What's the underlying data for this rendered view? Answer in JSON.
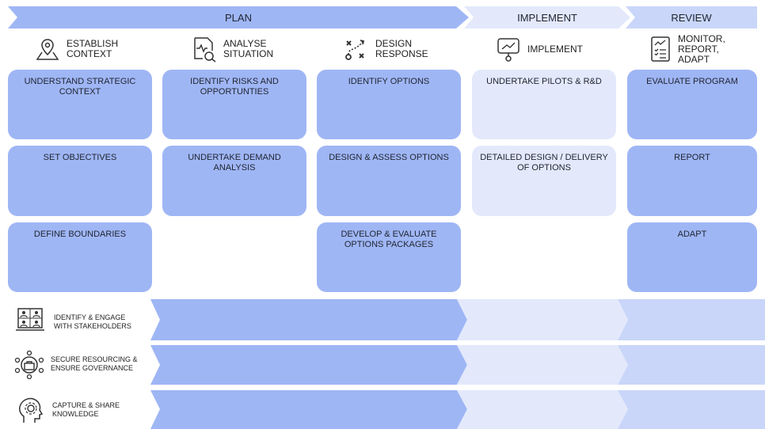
{
  "colors": {
    "plan": "#9fb6f5",
    "implement": "#e3e9fb",
    "review": "#c9d6f9",
    "text": "#1f2430"
  },
  "phases": [
    {
      "label": "PLAN"
    },
    {
      "label": "IMPLEMENT"
    },
    {
      "label": "REVIEW"
    }
  ],
  "columns": [
    {
      "icon": "map-pin-icon",
      "label": "ESTABLISH\nCONTEXT"
    },
    {
      "icon": "document-search-icon",
      "label": "ANALYSE\nSITUATION"
    },
    {
      "icon": "route-icon",
      "label": "DESIGN\nRESPONSE"
    },
    {
      "icon": "presentation-chart-icon",
      "label": "IMPLEMENT"
    },
    {
      "icon": "checklist-chart-icon",
      "label": "MONITOR,\nREPORT,\nADAPT"
    }
  ],
  "cards": {
    "c1": [
      "UNDERSTAND STRATEGIC CONTEXT",
      "SET OBJECTIVES",
      "DEFINE BOUNDARIES"
    ],
    "c2": [
      "IDENTIFY RISKS AND OPPORTUNTIES",
      "UNDERTAKE DEMAND ANALYSIS"
    ],
    "c3": [
      "IDENTIFY OPTIONS",
      "DESIGN & ASSESS OPTIONS",
      "DEVELOP & EVALUATE OPTIONS PACKAGES"
    ],
    "c4": [
      "UNDERTAKE PILOTS & R&D",
      "DETAILED DESIGN / DELIVERY OF OPTIONS"
    ],
    "c5": [
      "EVALUATE PROGRAM",
      "REPORT",
      "ADAPT"
    ]
  },
  "cross_cutting": [
    {
      "icon": "stakeholders-icon",
      "label": "IDENTIFY &  ENGAGE\nWITH STAKEHOLDERS"
    },
    {
      "icon": "governance-icon",
      "label": "SECURE RESOURCING &\nENSURE GOVERNANCE"
    },
    {
      "icon": "knowledge-icon",
      "label": "CAPTURE  & SHARE\nKNOWLEDGE"
    }
  ]
}
